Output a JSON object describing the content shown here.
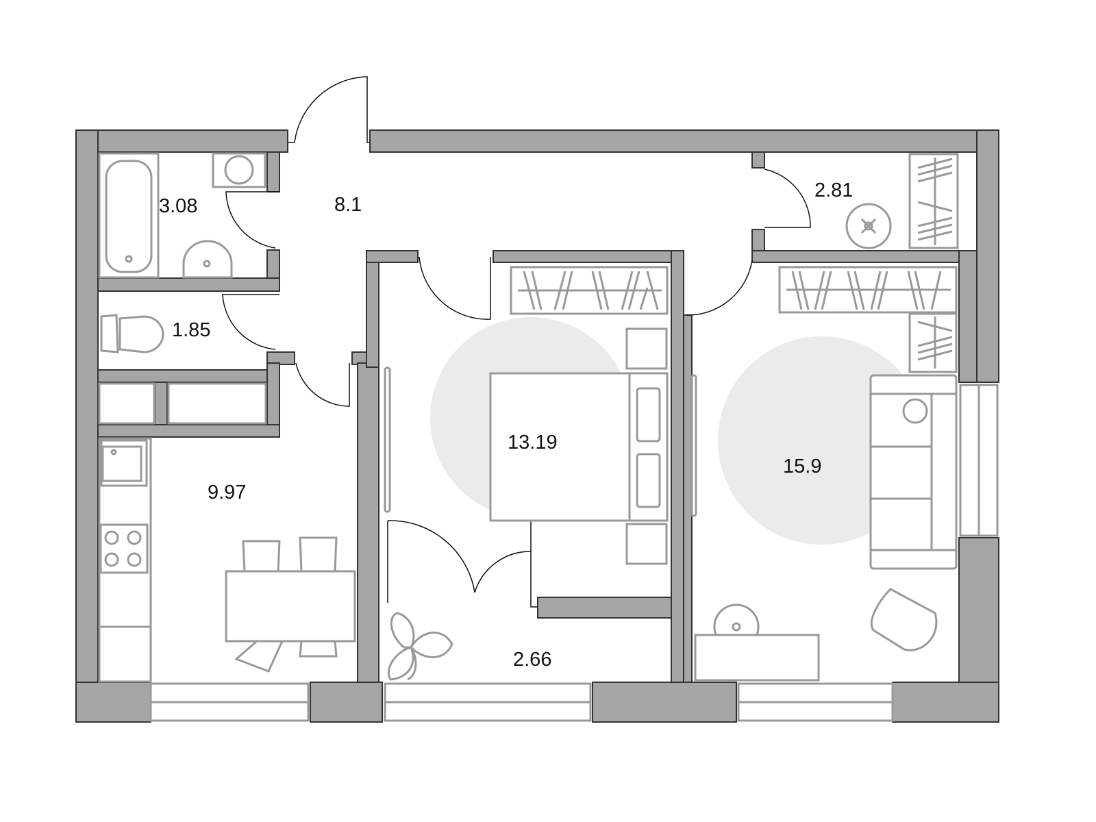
{
  "plan": {
    "rooms": [
      {
        "id": "bathroom",
        "area": "3.08"
      },
      {
        "id": "hallway",
        "area": "8.1"
      },
      {
        "id": "toilet",
        "area": "1.85"
      },
      {
        "id": "kitchen",
        "area": "9.97"
      },
      {
        "id": "bedroom",
        "area": "13.19"
      },
      {
        "id": "corridor",
        "area": "2.66"
      },
      {
        "id": "living-room",
        "area": "15.9"
      },
      {
        "id": "wardrobe",
        "area": "2.81"
      }
    ],
    "colors": {
      "wall": "#a6a6a6",
      "furniture": "#999999",
      "zone": "#ebebeb"
    }
  }
}
